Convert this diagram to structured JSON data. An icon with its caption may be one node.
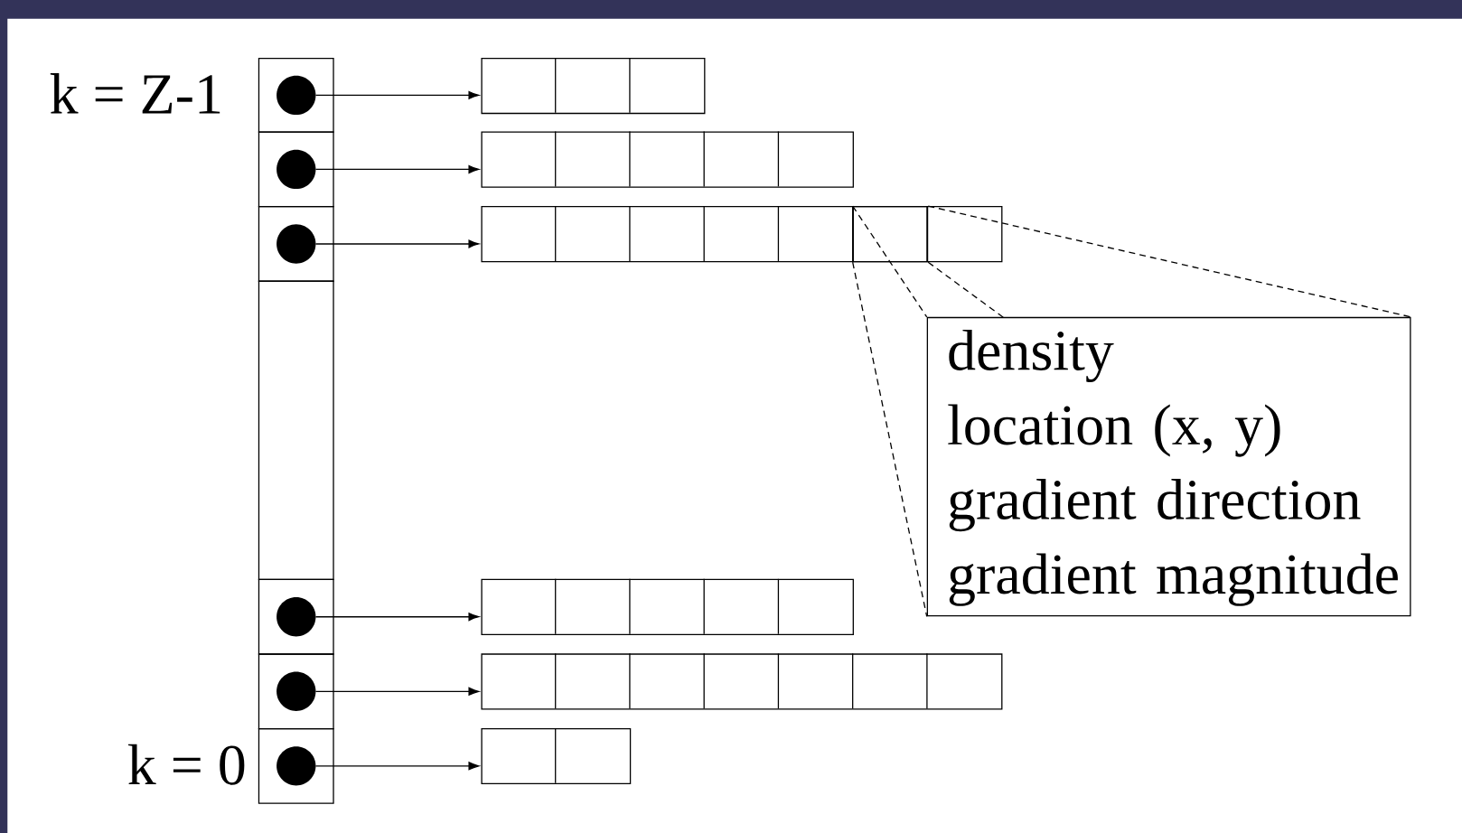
{
  "diagram": {
    "nodes": [
      {
        "text": [],
        "shape": "box",
        "beside": [
          "k = Z-1"
        ]
      },
      {
        "text": [],
        "shape": "box"
      },
      {
        "text": [],
        "shape": "box"
      },
      {
        "text": [],
        "shape": "box"
      },
      {
        "text": [],
        "shape": "box"
      },
      {
        "text": [],
        "shape": "box"
      },
      {
        "text": [],
        "shape": "box",
        "beside": [
          "k = 0"
        ]
      },
      {
        "text": [],
        "shape": "box"
      },
      {
        "text": [],
        "shape": "box"
      },
      {
        "text": [],
        "shape": "box"
      },
      {
        "text": [],
        "shape": "box"
      },
      {
        "text": [],
        "shape": "box"
      },
      {
        "text": [],
        "shape": "box"
      },
      {
        "text": [],
        "shape": "box",
        "in": 9
      },
      {
        "text": [
          "density",
          "location (x, y)",
          "gradient direction",
          "gradient magnitude"
        ]
      }
    ],
    "edges": [
      {
        "from": 0,
        "to": 7,
        "arrow": "to"
      },
      {
        "from": 1,
        "to": 8,
        "arrow": "to"
      },
      {
        "from": 2,
        "to": 9,
        "arrow": "to"
      },
      {
        "from": 4,
        "to": 10,
        "arrow": "to"
      },
      {
        "from": 5,
        "to": 11,
        "arrow": "to"
      },
      {
        "from": 6,
        "to": 12,
        "arrow": "to"
      },
      {
        "from": 13,
        "to": 14,
        "arrow": "none",
        "style": "dashed"
      }
    ]
  }
}
